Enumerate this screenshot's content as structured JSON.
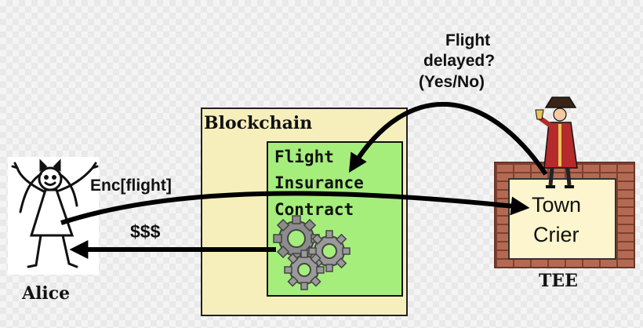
{
  "blockchain": {
    "label": "Blockchain"
  },
  "contract": {
    "lines": [
      "Flight",
      "Insurance",
      "Contract"
    ]
  },
  "town_crier": {
    "lines": [
      "Town",
      "Crier"
    ]
  },
  "tee": {
    "label": "TEE"
  },
  "alice": {
    "label": "Alice"
  },
  "arrows": {
    "request_label": "Enc[flight]",
    "payout_label": "$$$",
    "query_lines": [
      "Flight",
      "delayed?",
      "(Yes/No)"
    ]
  },
  "colors": {
    "blockchain_fill": "#f6efbc",
    "contract_fill": "#a6ee7c",
    "crier_fill": "#fcf5cd",
    "brick": "#b46a52",
    "arrow": "#000000"
  }
}
